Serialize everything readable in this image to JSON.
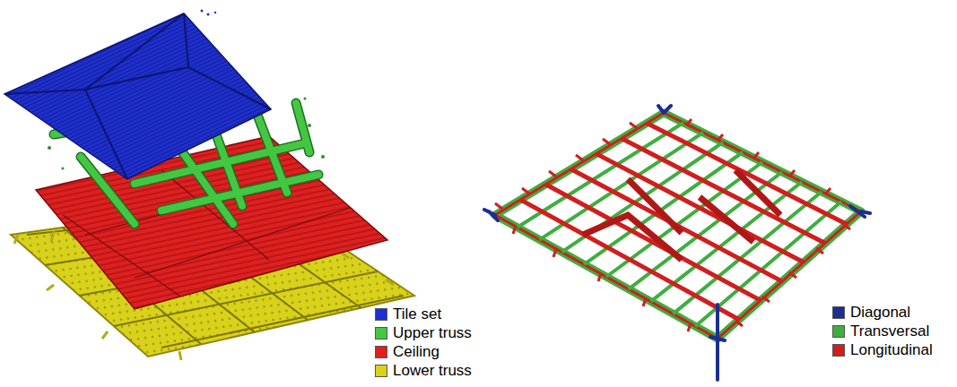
{
  "diagram": {
    "legend": [
      {
        "text": "Tile set",
        "color": "#1f2fd0"
      },
      {
        "text": "Upper truss",
        "color": "#43c743"
      },
      {
        "text": "Ceiling",
        "color": "#e02020"
      },
      {
        "text": "Lower truss",
        "color": "#d9d21a"
      },
      {
        "text": "Diagonal",
        "color": "#1b2f8f"
      },
      {
        "text": "Transversal",
        "color": "#3fae3f"
      },
      {
        "text": "Longitudinal",
        "color": "#cf1f1f"
      }
    ]
  }
}
